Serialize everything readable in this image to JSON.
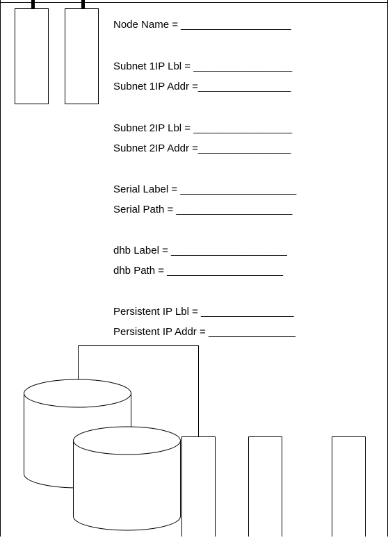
{
  "form": {
    "node_name": "Node Name = ___________________",
    "subnet1_lbl": "Subnet 1IP Lbl = _________________",
    "subnet1_addr": "Subnet 1IP Addr =________________",
    "subnet2_lbl": "Subnet 2IP Lbl = _________________",
    "subnet2_addr": "Subnet 2IP Addr =________________",
    "serial_label": "Serial Label = ____________________",
    "serial_path": "Serial Path =  ____________________",
    "dhb_label": "dhb Label =  ____________________",
    "dhb_path": "dhb Path =   ____________________",
    "persistent_lbl": "Persistent IP Lbl = ________________",
    "persistent_addr": "Persistent IP Addr = _______________"
  },
  "colors": {
    "line": "#000000",
    "background": "#ffffff"
  }
}
